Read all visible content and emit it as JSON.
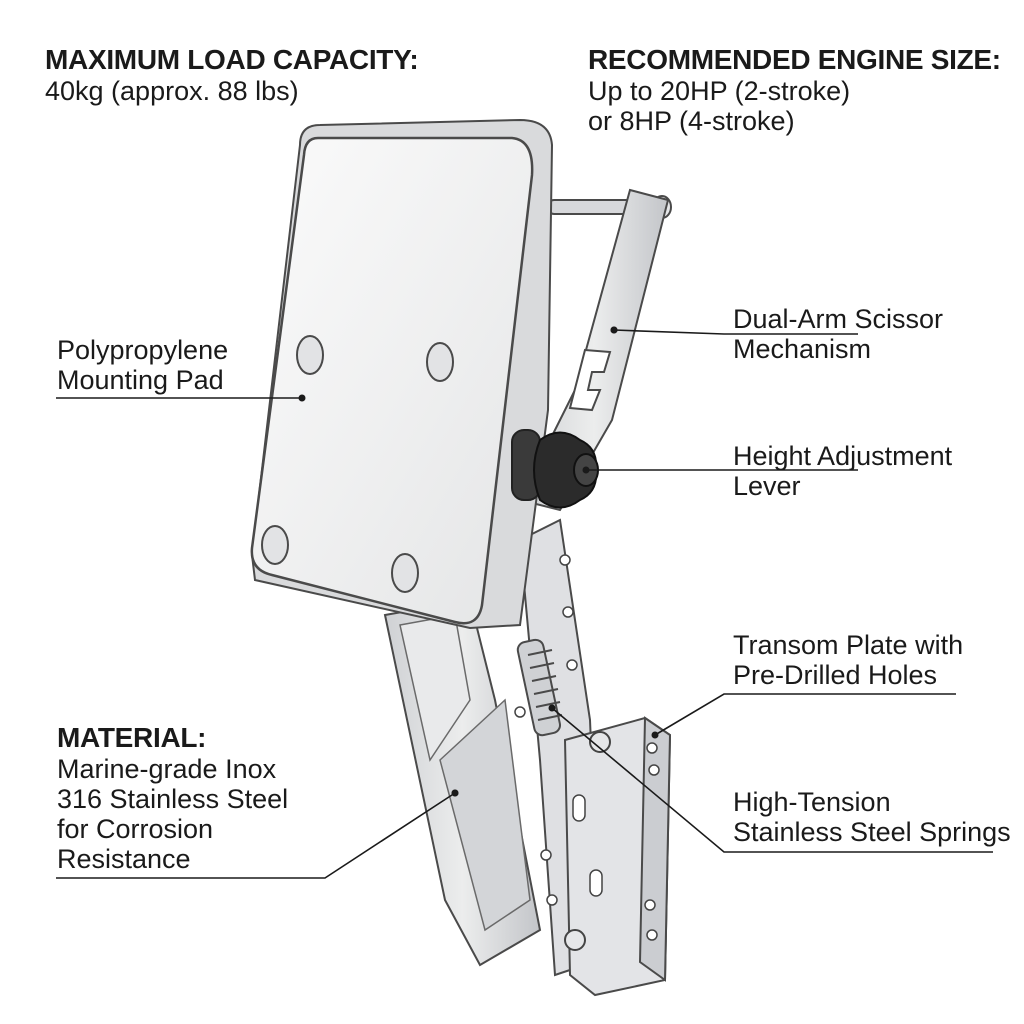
{
  "specs": {
    "load_capacity": {
      "heading": "MAXIMUM LOAD CAPACITY:",
      "lines": [
        "40kg (approx. 88 lbs)"
      ]
    },
    "engine_size": {
      "heading": "RECOMMENDED ENGINE SIZE:",
      "lines": [
        "Up to 20HP (2-stroke)",
        "or 8HP (4-stroke)"
      ]
    },
    "material": {
      "heading": "MATERIAL:",
      "lines": [
        "Marine-grade Inox",
        "316 Stainless Steel",
        "for Corrosion",
        "Resistance"
      ]
    }
  },
  "callouts": {
    "mounting_pad": [
      "Polypropylene",
      "Mounting Pad"
    ],
    "scissor": [
      "Dual-Arm Scissor",
      "Mechanism"
    ],
    "lever": [
      "Height Adjustment",
      "Lever"
    ],
    "transom": [
      "Transom Plate with",
      "Pre-Drilled Holes"
    ],
    "springs": [
      "High-Tension",
      "Stainless Steel Springs"
    ]
  },
  "colors": {
    "text": "#1a1a1a",
    "steel": "#dcdde0",
    "steel_shade": "#c4c6ca",
    "pad": "#f1f2f2",
    "knob": "#2b2b2b",
    "outline": "#4a4a4a"
  }
}
